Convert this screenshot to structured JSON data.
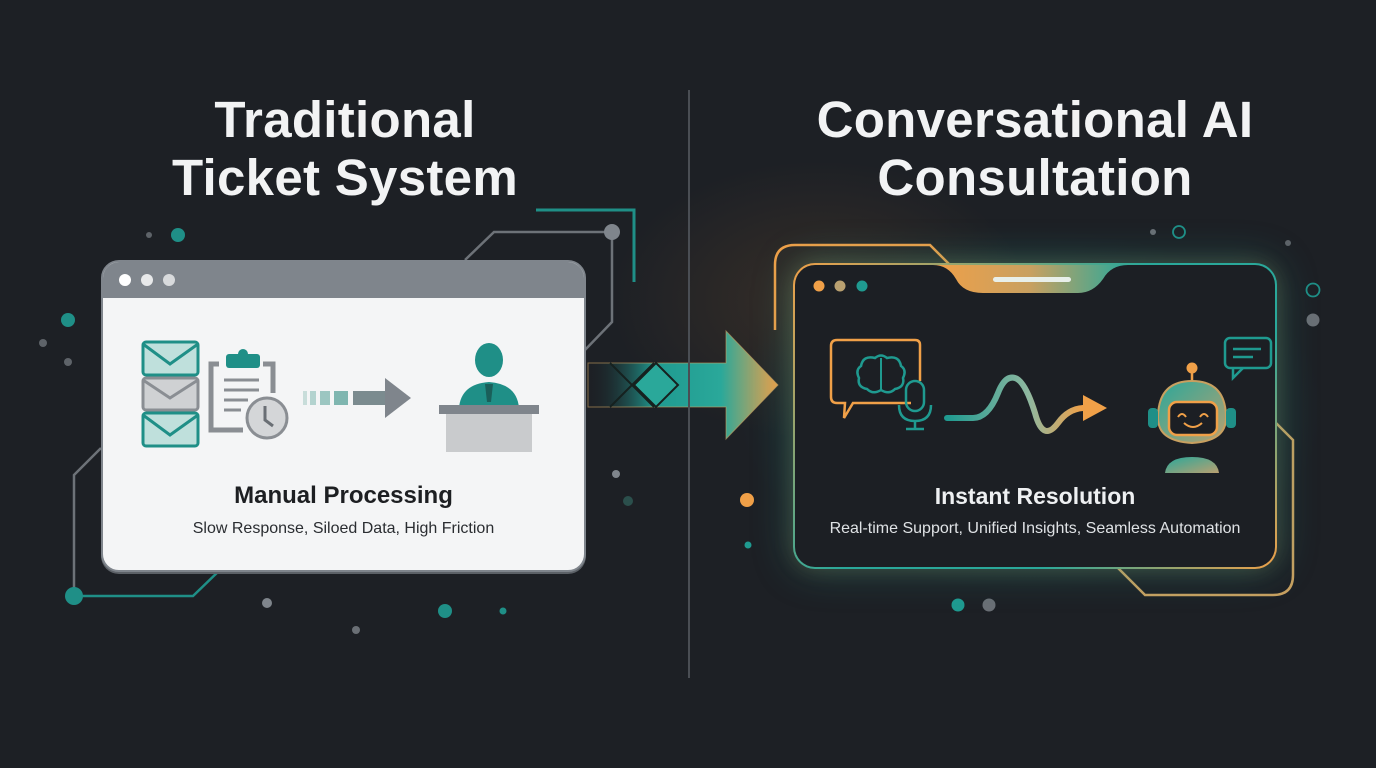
{
  "left": {
    "title_line1": "Traditional",
    "title_line2": "Ticket System",
    "window": {
      "caption": "Manual Processing",
      "subcaption": "Slow Response, Siloed Data, High Friction",
      "icons": [
        "envelope-stack-icon",
        "clipboard-clock-icon",
        "dashed-arrow-icon",
        "agent-at-desk-icon"
      ]
    }
  },
  "right": {
    "title_line1": "Conversational AI",
    "title_line2": "Consultation",
    "window": {
      "caption": "Instant Resolution",
      "subcaption": "Real-time Support, Unified Insights, Seamless Automation",
      "icons": [
        "brain-speech-bubble-icon",
        "microphone-icon",
        "wave-arrow-icon",
        "robot-icon",
        "chat-bubble-icon"
      ]
    }
  },
  "transition": {
    "icon": "gradient-arrow-icon"
  },
  "colors": {
    "background": "#1d2025",
    "teal": "#1f8f87",
    "orange": "#f0a048",
    "gray": "#7f858c",
    "text_light": "#f2f3f4",
    "text_dark": "#1d1f22"
  }
}
